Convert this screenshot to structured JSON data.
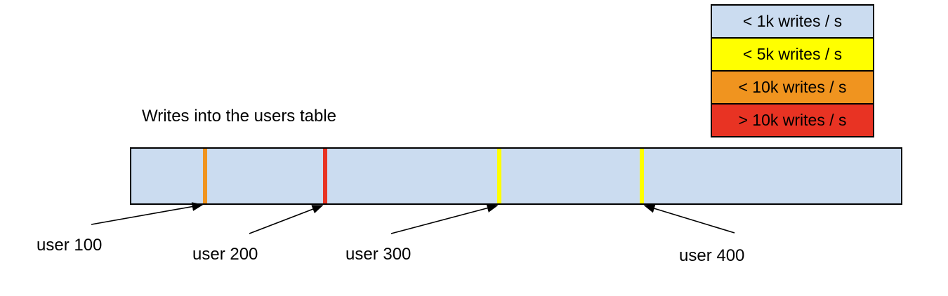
{
  "title": "Writes into the users table",
  "colors": {
    "bar_fill": "#cbdcf0",
    "blue": "#cbdcf0",
    "yellow": "#ffff00",
    "orange": "#f0941f",
    "red": "#e83323",
    "outline": "#000000"
  },
  "legend": {
    "items": [
      {
        "label": "< 1k writes / s",
        "color": "#cbdcf0"
      },
      {
        "label": "< 5k writes / s",
        "color": "#ffff00"
      },
      {
        "label": "< 10k writes / s",
        "color": "#f0941f"
      },
      {
        "label": "> 10k writes / s",
        "color": "#e83323"
      }
    ]
  },
  "table_bar": {
    "fill": "#cbdcf0",
    "hotspots": [
      {
        "user": "user 100",
        "color": "#f0941f"
      },
      {
        "user": "user 200",
        "color": "#e83323"
      },
      {
        "user": "user 300",
        "color": "#ffff00"
      },
      {
        "user": "user 400",
        "color": "#ffff00"
      }
    ]
  }
}
